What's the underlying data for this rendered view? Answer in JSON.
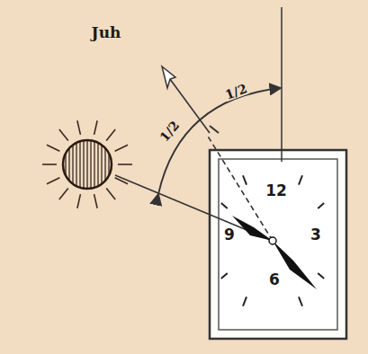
{
  "diagram": {
    "nodes": [
      {
        "text": [
          "12",
          "9",
          "3",
          "6"
        ]
      }
    ],
    "labels": [
      "Juh",
      "1/2",
      "1/2"
    ]
  }
}
